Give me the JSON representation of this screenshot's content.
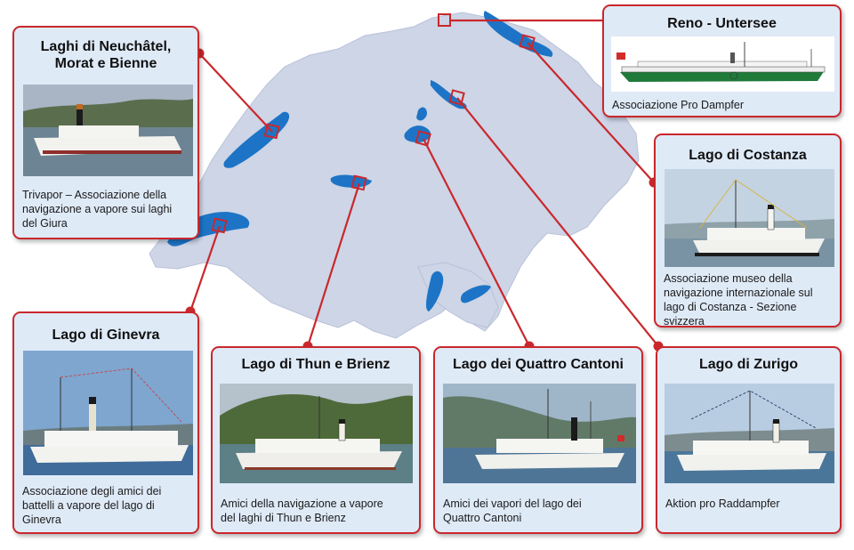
{
  "cards": {
    "neuchatel": {
      "title_line1": "Laghi di Neuchâtel,",
      "title_line2": "Morat e Bienne",
      "desc_line1": "Trivapor – Associazione della",
      "desc_line2": "navigazione a vapore sui laghi",
      "desc_line3": "del Giura"
    },
    "reno": {
      "title": "Reno - Untersee",
      "desc": "Associazione Pro Dampfer"
    },
    "costanza": {
      "title": "Lago di Costanza",
      "desc_line1": "Associazione museo della",
      "desc_line2": "navigazione internazionale sul",
      "desc_line3": "lago di Costanza - Sezione",
      "desc_line4": "svizzera"
    },
    "ginevra": {
      "title": "Lago di Ginevra",
      "desc_line1": "Associazione degli amici dei",
      "desc_line2": "battelli a vapore del lago di",
      "desc_line3": "Ginevra"
    },
    "thun": {
      "title": "Lago di Thun e Brienz",
      "desc_line1": "Amici della navigazione a vapore",
      "desc_line2": "del laghi di Thun e Brienz"
    },
    "quattro": {
      "title": "Lago dei Quattro Cantoni",
      "desc_line1": "Amici dei vapori del lago dei",
      "desc_line2": "Quattro Cantoni"
    },
    "zurigo": {
      "title": "Lago di Zurigo",
      "desc": "Aktion pro Raddampfer"
    }
  },
  "colors": {
    "card_border": "#c9282d",
    "card_fill": "#dfeaf7",
    "map_land": "#cdd5e6",
    "lake": "#1d74c6",
    "connector": "#c9282d"
  },
  "icons": {
    "marker": "square-marker-icon",
    "endpoint": "dot-icon"
  }
}
